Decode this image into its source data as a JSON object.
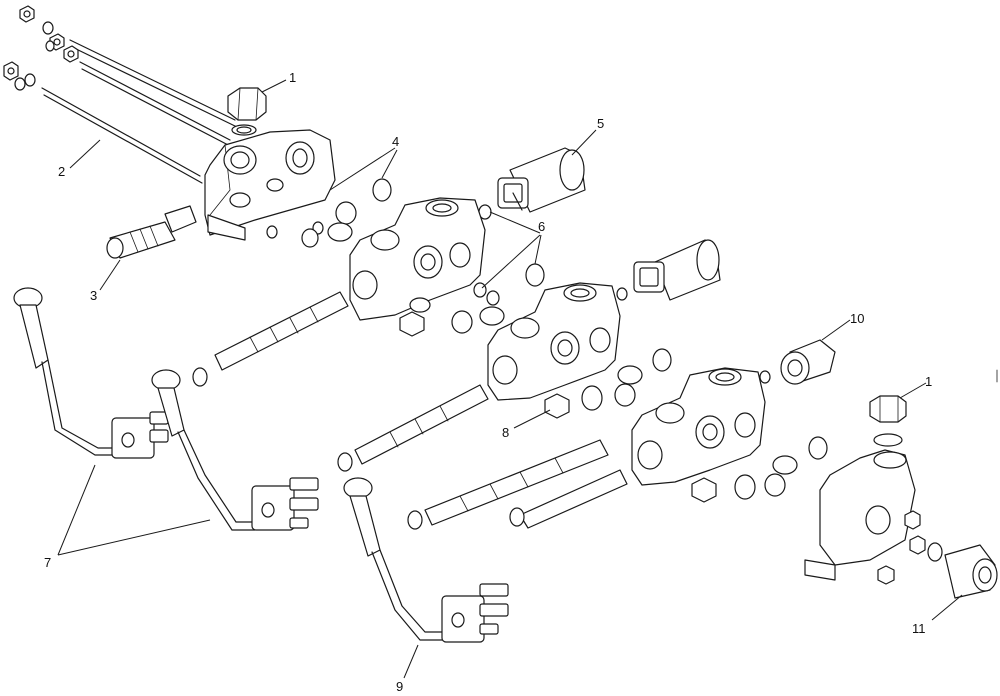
{
  "callouts": [
    {
      "id": "c1a",
      "text": "1"
    },
    {
      "id": "c1b",
      "text": "1"
    },
    {
      "id": "c2",
      "text": "2"
    },
    {
      "id": "c3",
      "text": "3"
    },
    {
      "id": "c4",
      "text": "4"
    },
    {
      "id": "c5",
      "text": "5"
    },
    {
      "id": "c6",
      "text": "6"
    },
    {
      "id": "c7",
      "text": "7"
    },
    {
      "id": "c8",
      "text": "8"
    },
    {
      "id": "c9",
      "text": "9"
    },
    {
      "id": "c10",
      "text": "10"
    },
    {
      "id": "c11",
      "text": "11"
    }
  ]
}
